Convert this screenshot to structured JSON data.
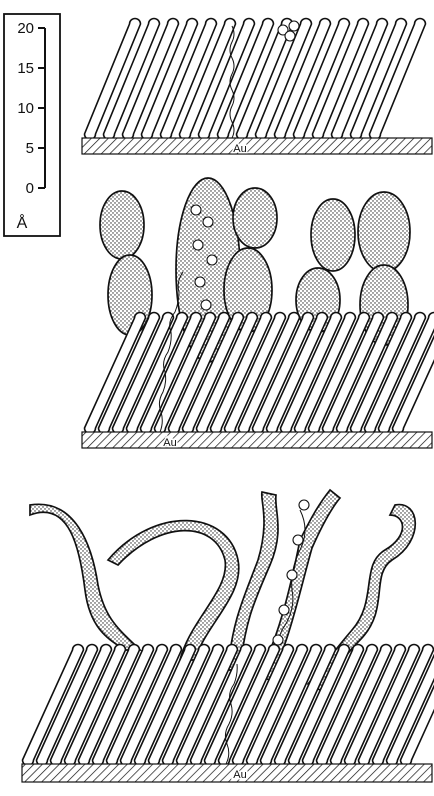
{
  "scale_bar": {
    "ticks": [
      "20",
      "15",
      "10",
      "5",
      "0"
    ],
    "unit": "Å"
  },
  "panels": [
    {
      "substrate_label": "Au"
    },
    {
      "substrate_label": "Au"
    },
    {
      "substrate_label": "Au"
    }
  ]
}
